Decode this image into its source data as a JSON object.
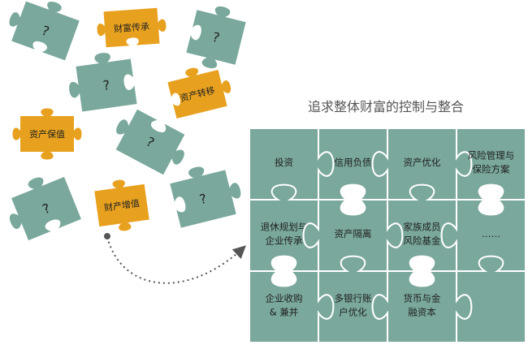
{
  "colors": {
    "teal": "#7aa89c",
    "teal_edge": "#ffffff",
    "orange": "#e8a11f",
    "title_text": "#555555",
    "arrow": "#555555"
  },
  "title": "追求整体财富的控制与整合",
  "scattered_pieces": [
    {
      "id": "q1",
      "color": "teal",
      "label": "?",
      "rotation": 20
    },
    {
      "id": "wealth-inheritance",
      "color": "orange",
      "label": "财富传承",
      "rotation": -4
    },
    {
      "id": "q2",
      "color": "teal",
      "label": "?",
      "rotation": 14
    },
    {
      "id": "q3",
      "color": "teal",
      "label": "?",
      "rotation": -8
    },
    {
      "id": "asset-transfer",
      "color": "orange",
      "label": "资产转移",
      "rotation": -14
    },
    {
      "id": "asset-preservation",
      "color": "orange",
      "label": "资产保值",
      "rotation": 0
    },
    {
      "id": "q4",
      "color": "teal",
      "label": "?",
      "rotation": 28
    },
    {
      "id": "q5",
      "color": "teal",
      "label": "?",
      "rotation": -22
    },
    {
      "id": "asset-appreciation",
      "color": "orange",
      "label": "财产增值",
      "rotation": -8
    },
    {
      "id": "q6",
      "color": "teal",
      "label": "?",
      "rotation": -14
    }
  ],
  "grid": {
    "rows": [
      [
        "投资",
        "信用负债",
        "资产优化",
        "风险管理与\n保险方案"
      ],
      [
        "退休规划与\n企业传承",
        "资产隔离",
        "家族成员\n风险基金",
        "……"
      ],
      [
        "企业收购\n& 兼并",
        "多银行账\n户优化",
        "货币与金\n融资本",
        ""
      ]
    ]
  }
}
